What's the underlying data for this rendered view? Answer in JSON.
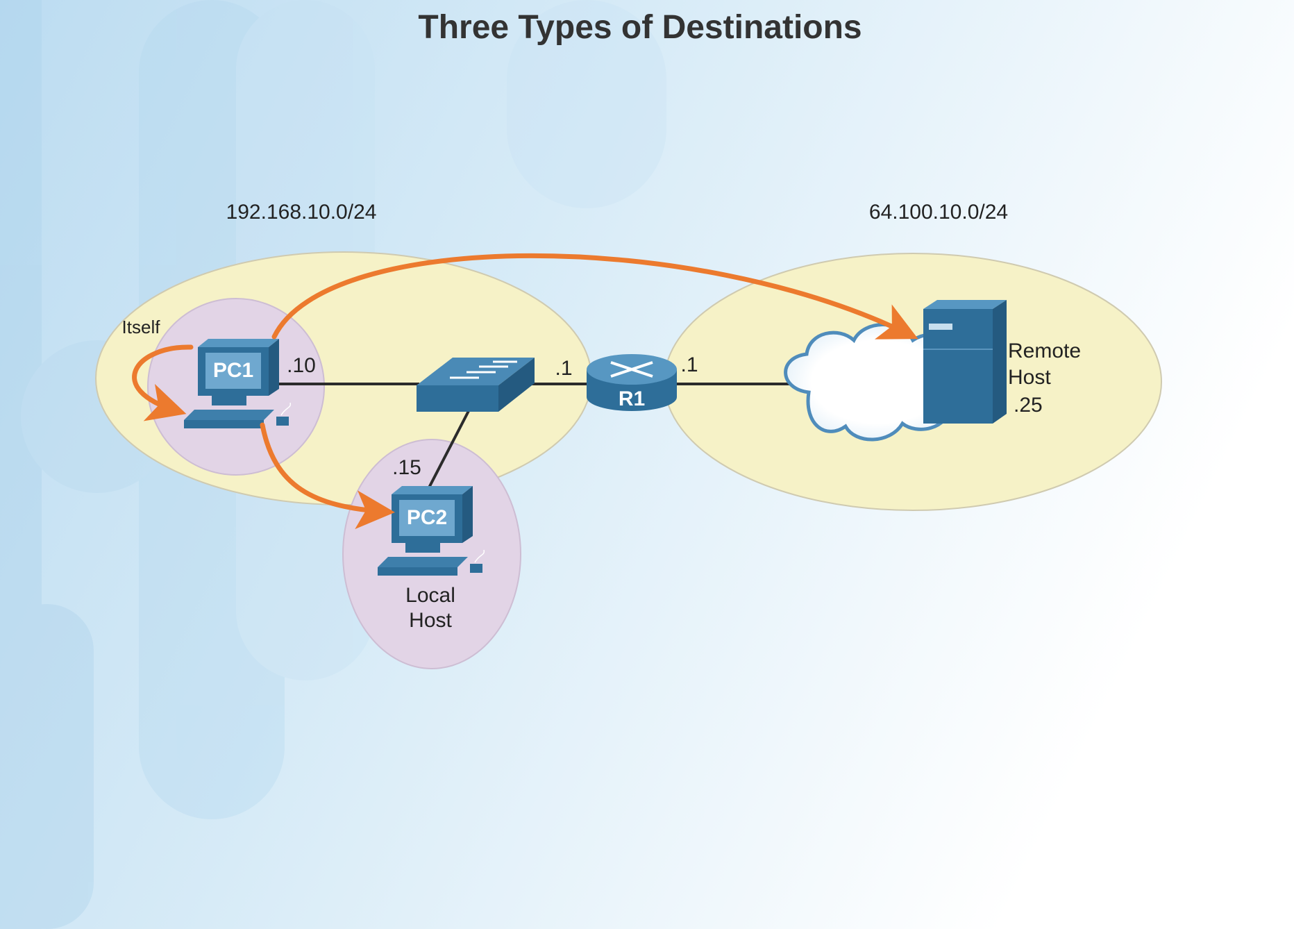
{
  "title": "Three Types of Destinations",
  "networks": {
    "left": "192.168.10.0/24",
    "right": "64.100.10.0/24"
  },
  "devices": {
    "pc1": {
      "label": "PC1",
      "address": ".10"
    },
    "pc2": {
      "label": "PC2",
      "address": ".15",
      "caption_line1": "Local",
      "caption_line2": "Host"
    },
    "router": {
      "label": "R1",
      "left_address": ".1",
      "right_address": ".1"
    },
    "server": {
      "caption_line1": "Remote",
      "caption_line2": "Host",
      "address": ".25"
    }
  },
  "destinations": {
    "itself": "Itself"
  },
  "colors": {
    "arrow": "#ec7a2e",
    "network_zone": "#f6f2c7",
    "host_zone": "#e2d4e6",
    "device": "#2e6e99",
    "link": "#2b2b2b"
  }
}
